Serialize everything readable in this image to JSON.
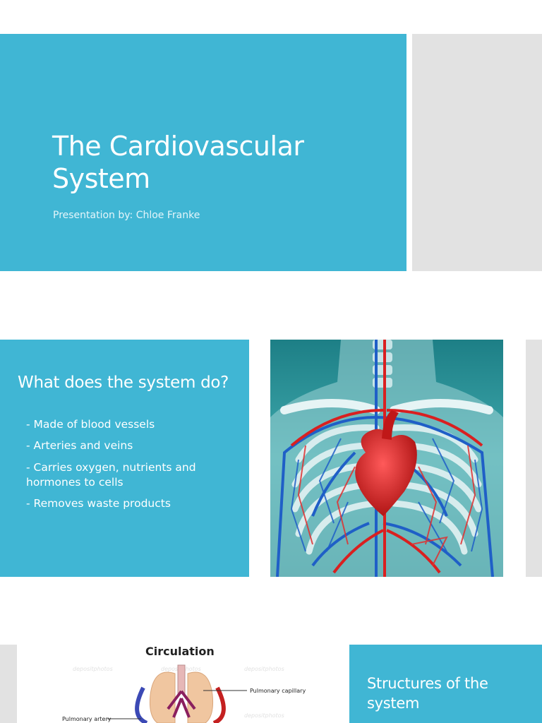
{
  "slide1": {
    "title": "The Cardiovascular System",
    "subtitle": "Presentation by: Chloe Franke"
  },
  "slide2": {
    "heading": "What does the system do?",
    "bullets": [
      "- Made of blood vessels",
      "- Arteries and veins",
      "- Carries oxygen, nutrients and hormones to cells",
      "- Removes waste products"
    ],
    "image_icon": "heart-circulatory-illustration"
  },
  "slide3": {
    "diagram_title": "Circulation",
    "label_capillary": "Pulmonary capillary",
    "label_artery": "Pulmonary artery",
    "watermark": "depositphotos",
    "heading": "Structures of the system"
  },
  "colors": {
    "accent": "#40b6d4",
    "placeholder": "#e2e2e2"
  }
}
